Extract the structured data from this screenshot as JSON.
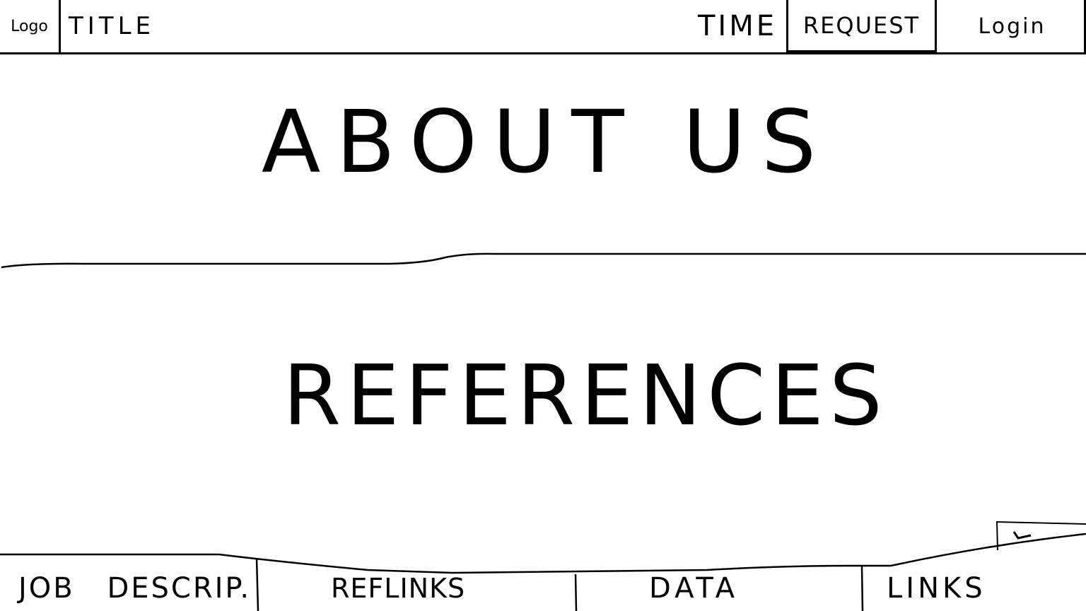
{
  "header": {
    "logo": "Logo",
    "title": "TITLE",
    "time": "TIME",
    "request": "REQUEST",
    "login": "Login"
  },
  "sections": {
    "about": "ABOUT US",
    "references": "REFERENCES"
  },
  "footer": {
    "items": [
      {
        "label": "JOB DESCRIP."
      },
      {
        "label": "REFLINKS"
      },
      {
        "label": "DATA"
      },
      {
        "label": "LINKS"
      }
    ]
  },
  "controls": {
    "corner_button_icon": "chevron-down-icon"
  }
}
